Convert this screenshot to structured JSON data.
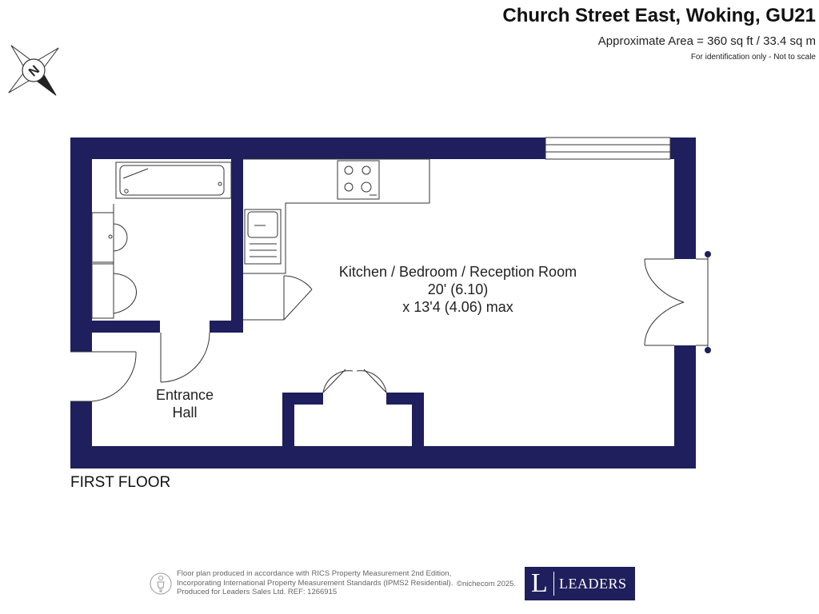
{
  "header": {
    "address": "Church Street East, Woking, GU21",
    "area": "Approximate Area = 360 sq ft / 33.4 sq m",
    "disclaimer": "For identification only - Not to scale"
  },
  "compass": {
    "icon": "north-compass-icon",
    "letter": "N"
  },
  "rooms": {
    "kitchen": {
      "name": "Kitchen / Bedroom / Reception Room",
      "size": "20' (6.10)",
      "size2": "x 13'4 (4.06) max"
    },
    "hall": {
      "name_line1": "Entrance",
      "name_line2": "Hall"
    }
  },
  "floor_label": "FIRST FLOOR",
  "footer": {
    "line1": "Floor plan produced in accordance with RICS Property Measurement 2nd Edition,",
    "line2": "Incorporating International Property Measurement Standards (IPMS2 Residential).",
    "line3": "Produced for Leaders Sales Ltd.   REF: 1266915",
    "copyright": "©nichecom 2025.",
    "icon": "person-icon"
  },
  "logo": {
    "letter": "L",
    "word": "LEADERS"
  },
  "colors": {
    "wall": "#1e1f5c",
    "fixture": "#333333",
    "logo_bg": "#1e1f5c"
  }
}
